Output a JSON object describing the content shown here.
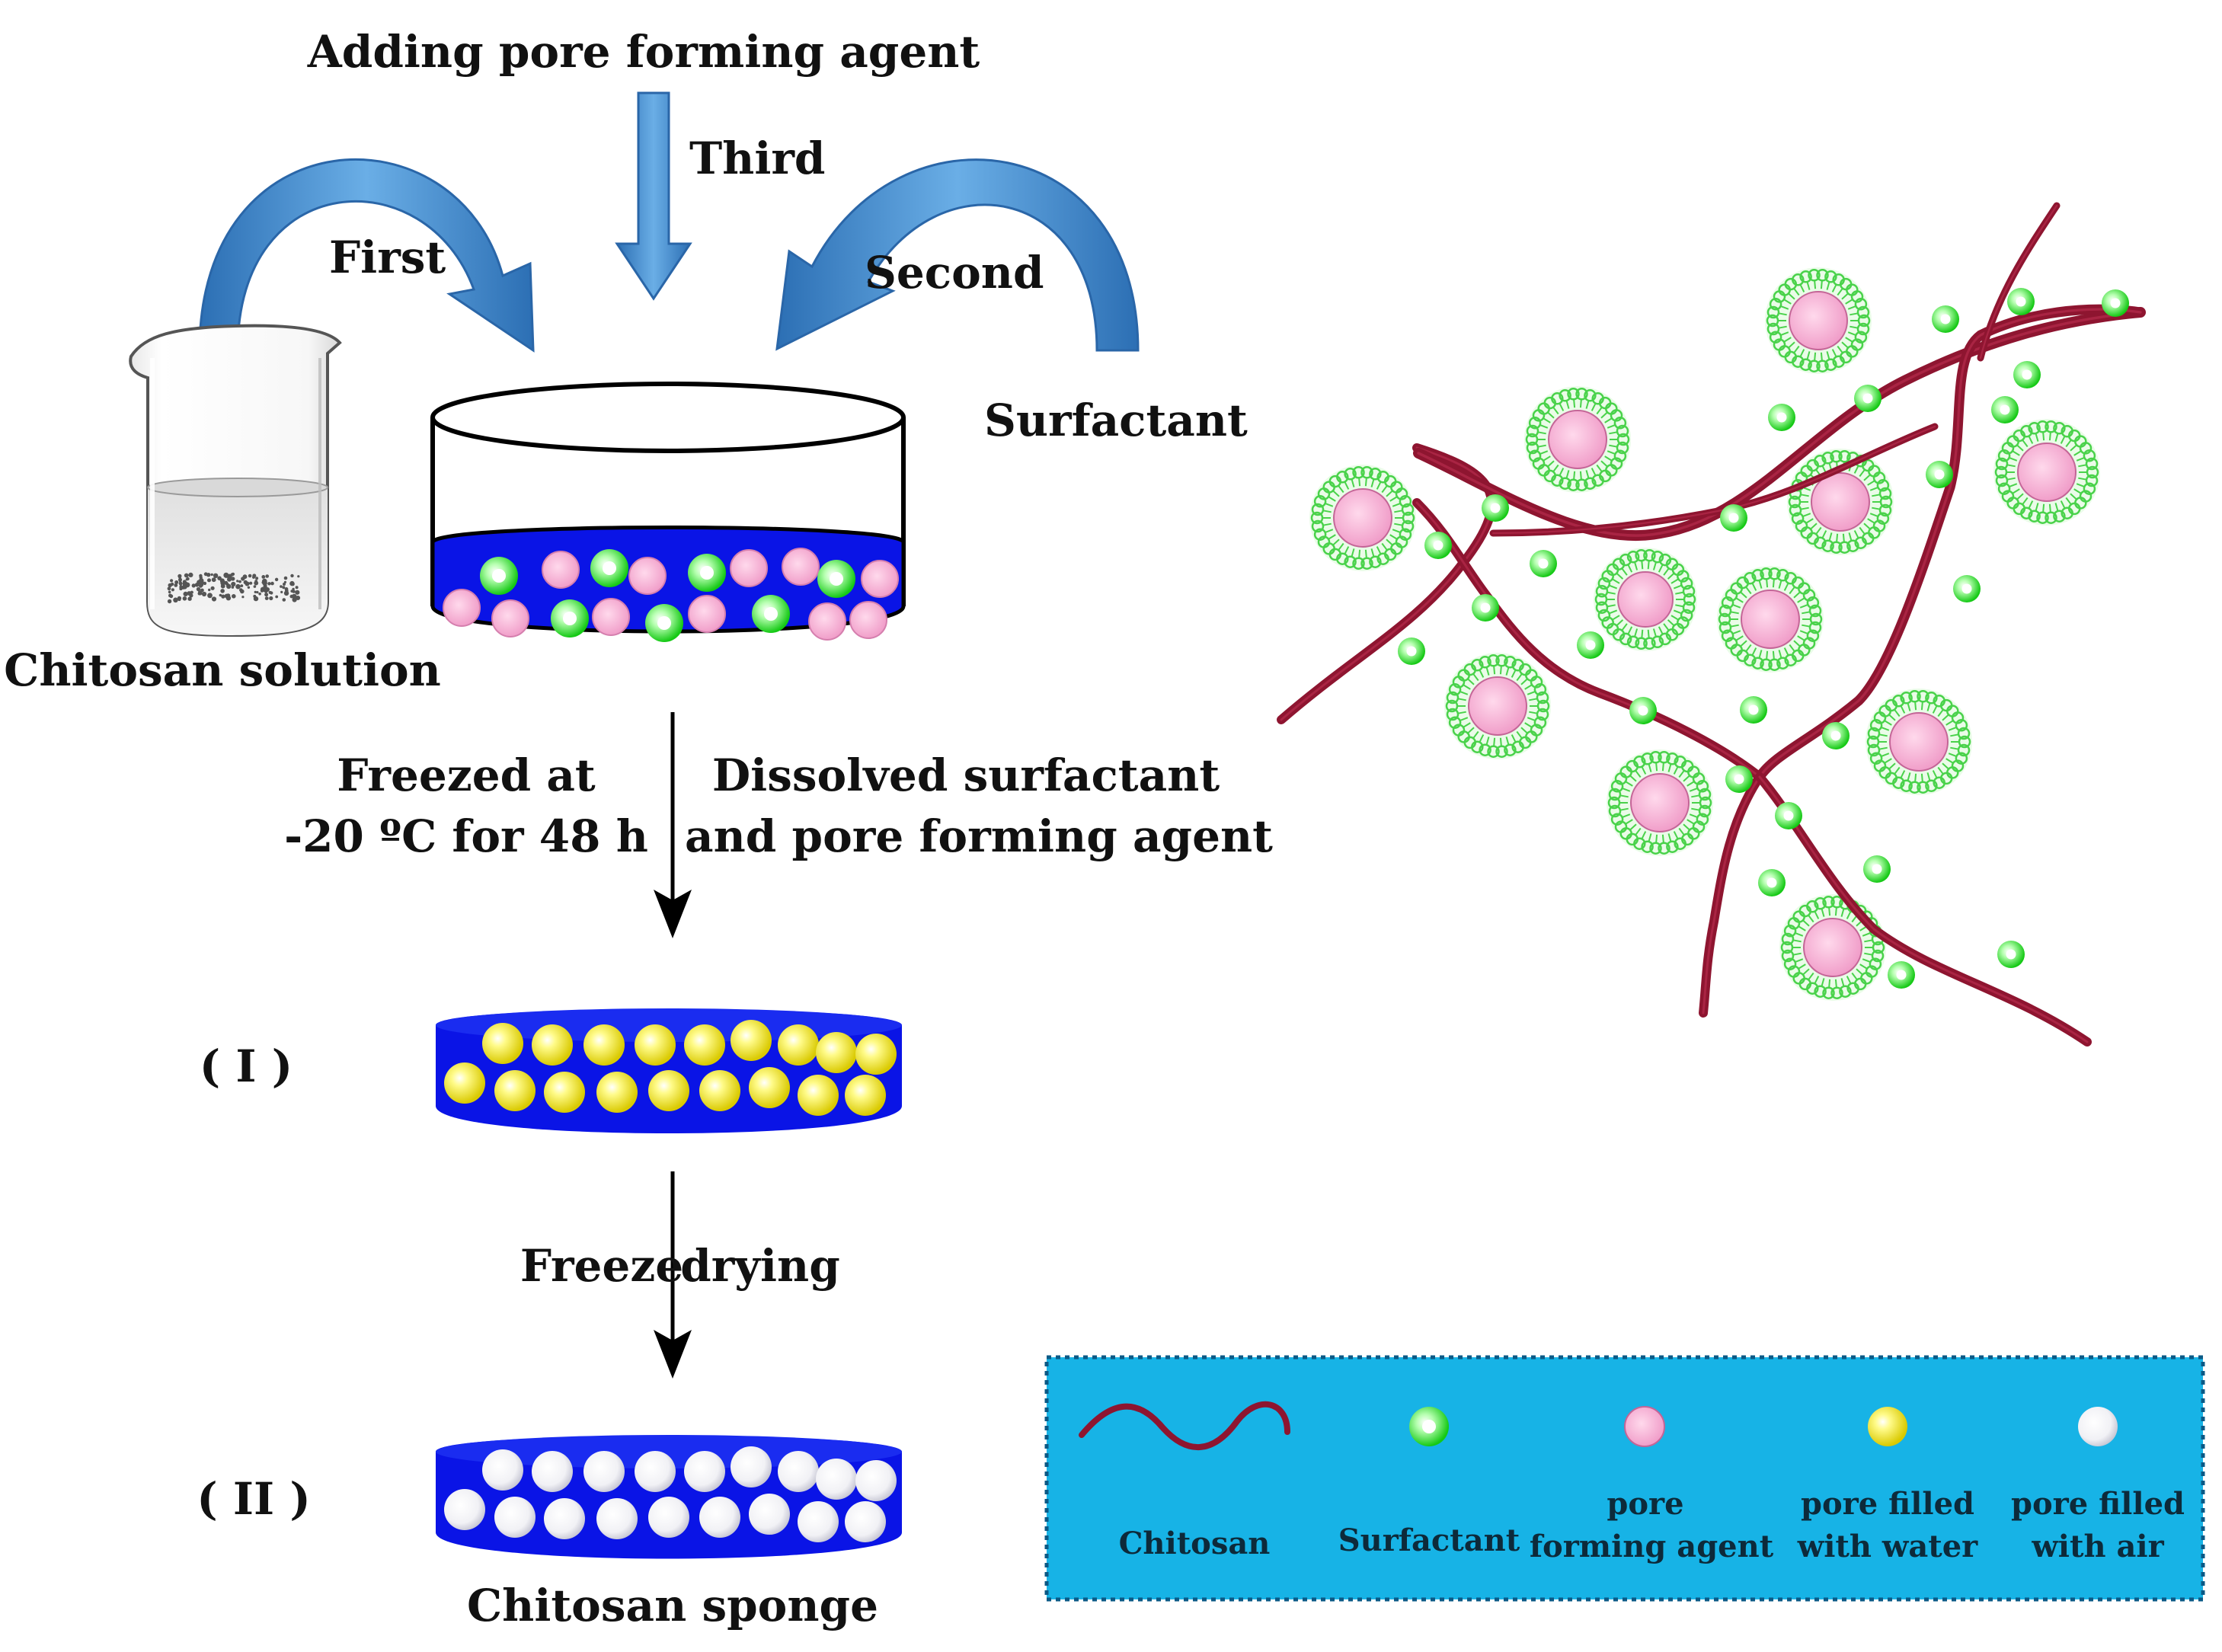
{
  "labels": {
    "adding_agent": "Adding pore forming agent",
    "third": "Third",
    "first": "First",
    "second": "Second",
    "surfactant": "Surfactant",
    "chitosan_solution": "Chitosan solution",
    "freezed_line1": "Freezed at",
    "freezed_line2": "-20 ºC for 48 h",
    "dissolved_line1": "Dissolved surfactant",
    "dissolved_line2": "and pore forming agent",
    "stage_i": "( I )",
    "stage_ii": "( II )",
    "freeze_word": "Freeze",
    "drying_word": "drying",
    "chitosan_sponge": "Chitosan sponge"
  },
  "legend": {
    "chitosan": "Chitosan",
    "surfactant": "Surfactant",
    "pore_agent_line1": "pore",
    "pore_agent_line2": "forming agent",
    "pore_water_line1": "pore filled",
    "pore_water_line2": "with water",
    "pore_air_line1": "pore filled",
    "pore_air_line2": "with air"
  },
  "colors": {
    "solution_blue": "#0a14e6",
    "arrow_blue": "#4a8fcf",
    "chitosan_red": "#8e1530",
    "surfactant_green": "#22dd22",
    "agent_pink": "#f4a6cf",
    "water_yellow": "#f0e81a",
    "air_white": "#f2f2f2",
    "legend_bg": "#17b3e6"
  }
}
